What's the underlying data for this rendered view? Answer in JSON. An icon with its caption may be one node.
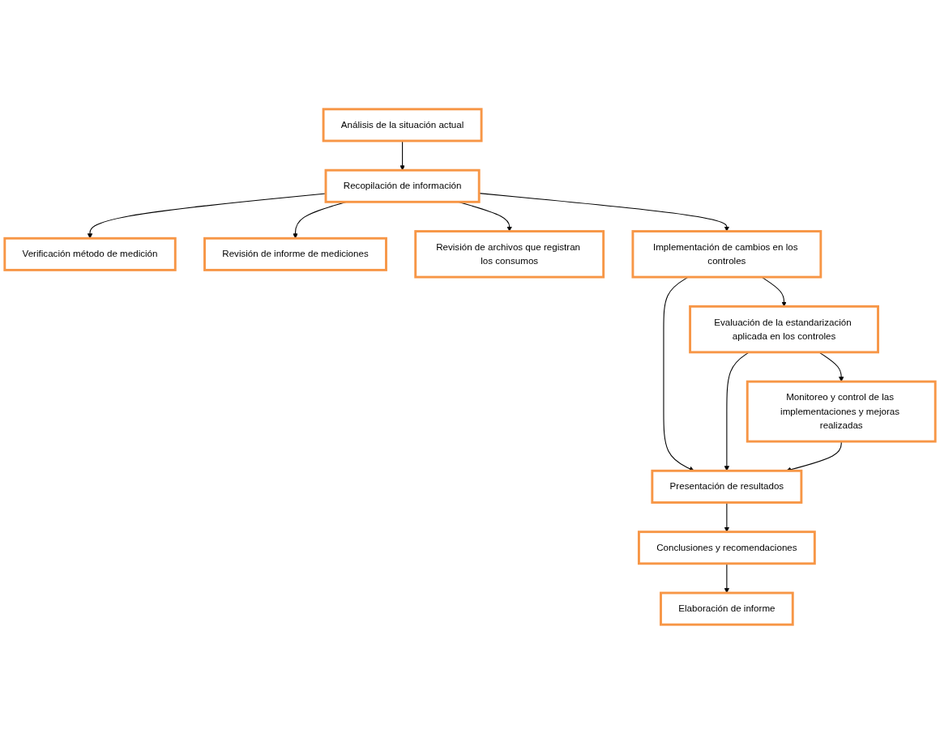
{
  "diagram": {
    "nodes": [
      {
        "text": [
          "Análisis de la situación actual"
        ]
      },
      {
        "text": [
          "Recopilación de información"
        ]
      },
      {
        "text": [
          "Verificación método de medición"
        ]
      },
      {
        "text": [
          "Revisión de informe de mediciones"
        ]
      },
      {
        "text": [
          "Revisión de archivos que registran los consumos"
        ]
      },
      {
        "text": [
          "Implementación de cambios en los controles"
        ]
      },
      {
        "text": [
          "Evaluación de la estandarización aplicada en los controles"
        ]
      },
      {
        "text": [
          "Monitoreo y control de las implementaciones y mejoras realizadas"
        ]
      },
      {
        "text": [
          "Presentación de resultados"
        ]
      },
      {
        "text": [
          "Conclusiones y recomendaciones"
        ]
      },
      {
        "text": [
          "Elaboración de informe"
        ]
      }
    ],
    "edges": [
      {
        "from": 0,
        "to": 1,
        "arrow": "to"
      },
      {
        "from": 1,
        "to": 2,
        "arrow": "to"
      },
      {
        "from": 1,
        "to": 3,
        "arrow": "to"
      },
      {
        "from": 1,
        "to": 4,
        "arrow": "to"
      },
      {
        "from": 1,
        "to": 5,
        "arrow": "to"
      },
      {
        "from": 5,
        "to": 6,
        "arrow": "to"
      },
      {
        "from": 6,
        "to": 7,
        "arrow": "to"
      },
      {
        "from": 5,
        "to": 8,
        "arrow": "to"
      },
      {
        "from": 6,
        "to": 8,
        "arrow": "to"
      },
      {
        "from": 7,
        "to": 8,
        "arrow": "to"
      },
      {
        "from": 8,
        "to": 9,
        "arrow": "to"
      },
      {
        "from": 9,
        "to": 10,
        "arrow": "to"
      }
    ]
  }
}
